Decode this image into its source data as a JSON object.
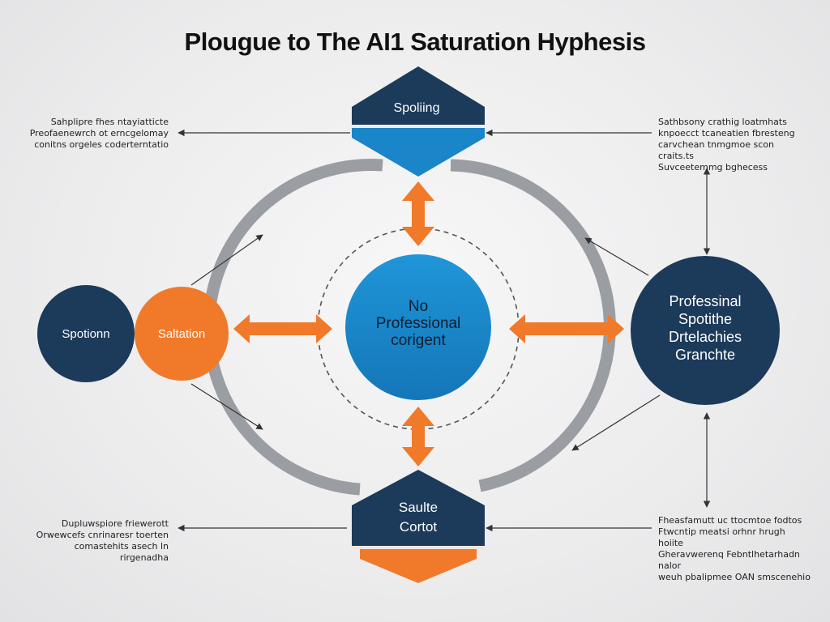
{
  "title": "Plougue to The AI1 Saturation Hyphesis",
  "colors": {
    "navy": "#1c3a59",
    "blue": "#1a85c8",
    "orange": "#f07a2a",
    "gray": "#9a9ea2",
    "background": "#efeff0"
  },
  "nodes": {
    "top": {
      "label": "Spoliing"
    },
    "bottom": {
      "line1": "Saulte",
      "line2": "Cortot"
    },
    "center": {
      "line1": "No",
      "line2": "Professional",
      "line3": "corigent"
    },
    "left_navy": {
      "label": "Spotionn"
    },
    "left_orange": {
      "label": "Saltation"
    },
    "right": {
      "line1": "Professinal",
      "line2": "Spotithe",
      "line3": "Drtelachies",
      "line4": "Granchte"
    }
  },
  "notes": {
    "top_left": "Sahplipre fhes ntayiatticte\nPreofaenewrch ot erncgelomay\nconitns orgeles coderterntatio",
    "top_right": "Sathbsony crathig loatmhats\nknpoecct tcaneatien fbresteng\ncarvchean tnmgmoe scon craits.ts\nSuvceetemmg bghecess",
    "bottom_left": "Dupluwspiore friewerott\nOrwewcefs cnrinaresr toerten\ncomastehits asech ln rirgenadha",
    "bottom_right": "Fheasfamutt uc ttocmtoe fodtos\nFtwcntip meatsi orhnr hrugh hoiite\nGheravwerenq Febntlhetarhadn nalor\nweuh pbalipmee OAN smscenehio"
  }
}
